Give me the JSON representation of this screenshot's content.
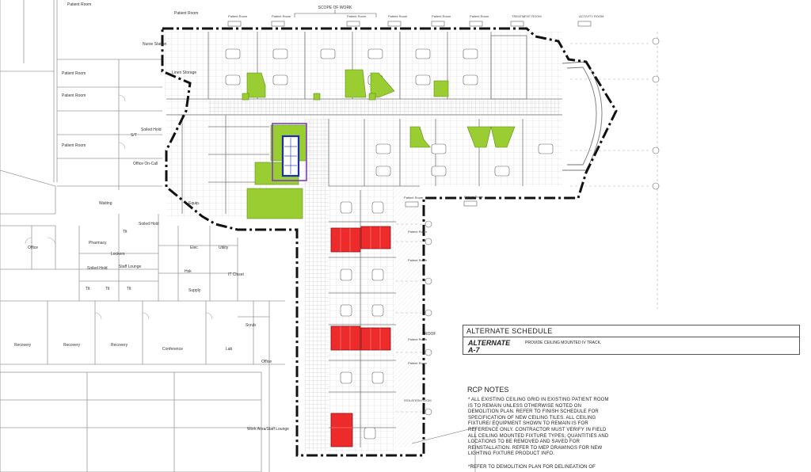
{
  "scope_label": "SCOPE OF WORK",
  "room_labels": {
    "patient_room": "Patient Room",
    "nurse_station": "Nurse Station",
    "linen_storage": "Linen Storage",
    "soiled_hold": "Soiled Hold",
    "office_on_call": "Office On-Call",
    "st": "S/T",
    "waiting": "Waiting",
    "equip": "Equip.",
    "pharmacy": "Pharmacy",
    "office": "Office",
    "tlt": "Tlt",
    "lockers": "Lockers",
    "staff_lounge": "Staff Lounge",
    "elec": "Elec",
    "utility": "Utility",
    "hsk": "Hsk",
    "it_closet": "IT Closet",
    "supply": "Supply",
    "recovery": "Recovery",
    "conference": "Conference",
    "lab": "Lab",
    "work_area_lounge": "Work Area/Staff Lounge",
    "scrub": "Scrub",
    "treatment_room": "TREATMENT ROOM",
    "activity_room": "ACTIVITY ROOM",
    "isolation_room": "ISOLATION ROOM",
    "roof": "ROOF"
  },
  "alternate_schedule": {
    "title": "ALTERNATE SCHEDULE",
    "name": "ALTERNATE",
    "code": "A-7",
    "description": "PROVIDE CEILING MOUNTED IV TRACK."
  },
  "rcp_notes": {
    "title": "RCP NOTES",
    "note1": "* ALL EXISTING CEILING GRID IN EXISTING PATIENT ROOM IS TO REMAIN UNLESS OTHERWISE NOTED ON DEMOLITION PLAN. REFER TO FINISH SCHEDULE FOR SPECIFICATION OF NEW CEILING TILES. ALL CEILING FIXTURE/ EQUIPMENT SHOWN TO REMAIN IS FOR REFERENCE ONLY. CONTRACTOR MUST VERIFY IN FIELD ALL CEILING MOUNTED FIXTURE TYPES, QUANTITIES AND LOCATIONS TO BE REMOVED AND SAVED FOR REINSTALLATION. REFER TO MEP DRAWINGS FOR NEW LIGHTING FIXTURE PRODUCT INFO.",
    "note2": "*REFER TO DEMOLITION PLAN FOR DELINEATION OF"
  },
  "colors": {
    "green_highlight": "#9acd32",
    "red_highlight": "#ee2b2b",
    "blue_outline": "#1a2fb0",
    "purple_outline": "#7a3fc0",
    "scope_line": "#111111",
    "plan_line": "#8a8a8a"
  }
}
